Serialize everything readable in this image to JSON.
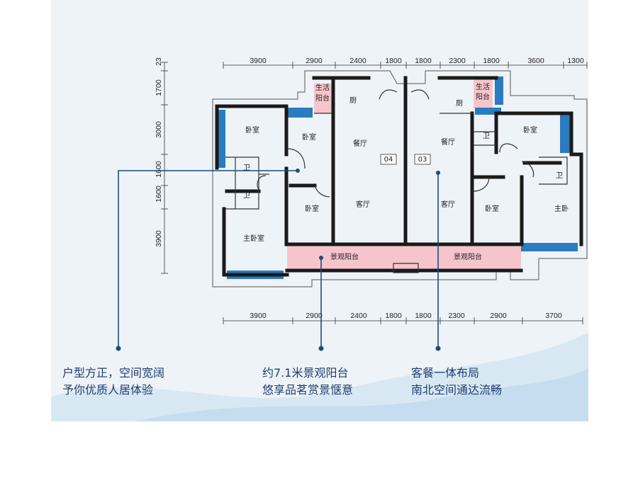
{
  "colors": {
    "wall": "#1a1a1a",
    "blue": "#2a7bbf",
    "pink": "#f6c5cc",
    "pointer": "#1f4b7a",
    "text": "#1f3e6e"
  },
  "dims": {
    "top": [
      "3900",
      "2900",
      "2400",
      "1800",
      "1800",
      "2300",
      "1800",
      "3600",
      "1300"
    ],
    "bottom": [
      "3900",
      "2900",
      "2400",
      "1800",
      "1800",
      "2300",
      "2900",
      "3700"
    ],
    "left": [
      "23",
      "1700",
      "3000",
      "1600",
      "1600",
      "3900"
    ]
  },
  "rooms": {
    "service_balcony_l_1": "生活",
    "service_balcony_l_2": "阳台",
    "kitchen_l": "厨",
    "bedroom_l1": "卧室",
    "bedroom_l2": "卧室",
    "bedroom_l3": "卧室",
    "dining_l": "餐厅",
    "unit_l": "04",
    "bath_l1": "卫",
    "bath_l2": "卫",
    "living_l": "客厅",
    "master_l": "主卧室",
    "balcony_l": "景观阳台",
    "service_balcony_r_1": "生活",
    "service_balcony_r_2": "阳台",
    "kitchen_r": "厨",
    "dining_r": "餐厅",
    "unit_r": "03",
    "bedroom_r1": "卧室",
    "bedroom_r2": "卧室",
    "bath_r1": "卫",
    "bath_r2": "卫",
    "living_r": "客厅",
    "master_r": "主卧",
    "balcony_r": "景观阳台"
  },
  "captions": {
    "c1_l1": "户型方正，空间宽阔",
    "c1_l2": "予你优质人居体验",
    "c2_l1": "约7.1米景观阳台",
    "c2_l2": "悠享品茗赏景惬意",
    "c3_l1": "客餐一体布局",
    "c3_l2": "南北空间通达流畅"
  }
}
